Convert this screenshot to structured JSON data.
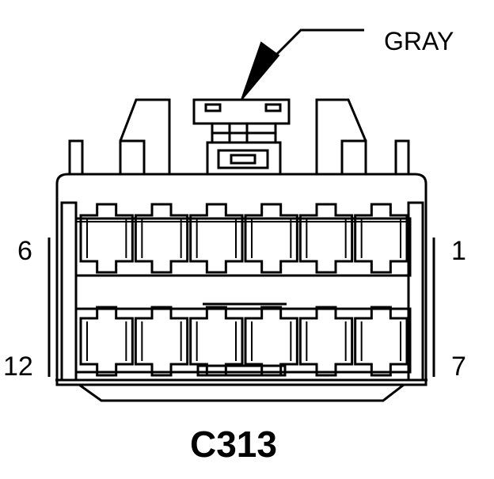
{
  "connector": {
    "id": "C313",
    "color_label": "GRAY",
    "rows": [
      {
        "left_pin": "6",
        "right_pin": "1"
      },
      {
        "left_pin": "12",
        "right_pin": "7"
      }
    ],
    "cavities_per_row": 6
  },
  "colors": {
    "line": "#000000",
    "background": "#ffffff"
  }
}
